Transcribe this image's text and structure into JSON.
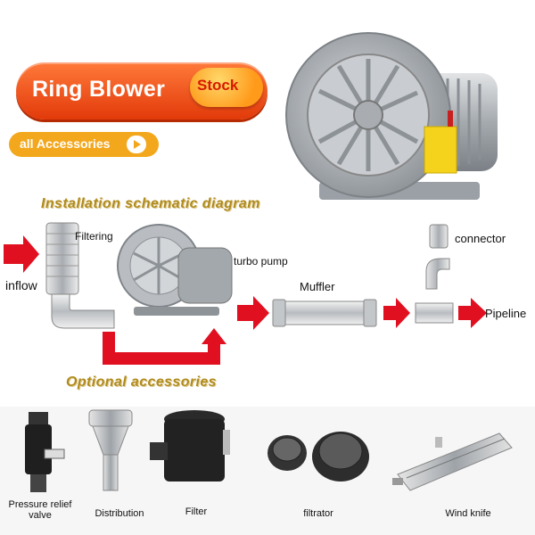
{
  "header": {
    "title": "Ring Blower",
    "badge": "Stock",
    "accessories_button": "all  Accessories"
  },
  "sections": {
    "installation_title": "Installation schematic diagram",
    "optional_title": "Optional accessories"
  },
  "diagram_labels": {
    "filtering": "Filtering",
    "turbo_pump": "turbo pump",
    "inflow": "inflow",
    "muffler": "Muffler",
    "connector": "connector",
    "pipeline": "Pipeline"
  },
  "accessories": [
    {
      "label": "Pressure relief valve"
    },
    {
      "label": "Distribution"
    },
    {
      "label": "Filter"
    },
    {
      "label": "filtrator"
    },
    {
      "label": "Wind knife"
    }
  ],
  "colors": {
    "title_orange": "#e8470f",
    "badge_gold": "#ffb020",
    "accessories_gold": "#f3a71c",
    "arrow_red": "#e01020",
    "section_gold": "#b08a1a"
  }
}
